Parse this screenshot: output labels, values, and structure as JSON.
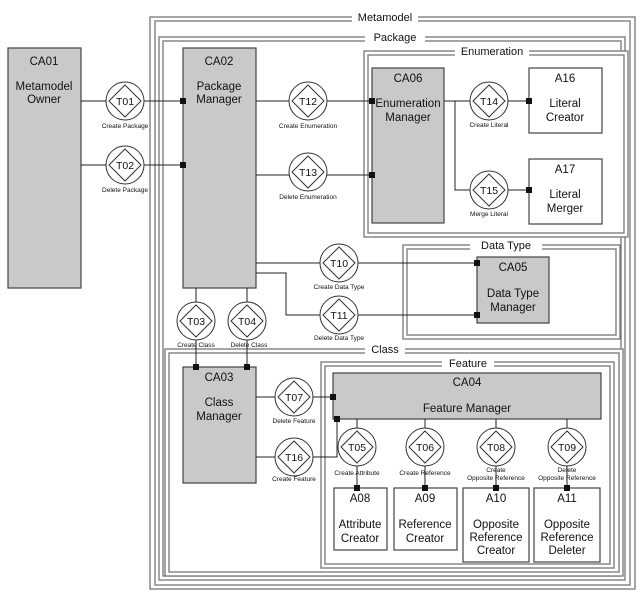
{
  "frames": {
    "metamodel": "Metamodel",
    "package": "Package",
    "enumeration": "Enumeration",
    "data_type": "Data Type",
    "class": "Class",
    "feature": "Feature"
  },
  "actors": {
    "CA01": {
      "id": "CA01",
      "name_lines": [
        "Metamodel",
        "Owner"
      ]
    },
    "CA02": {
      "id": "CA02",
      "name_lines": [
        "Package",
        "Manager"
      ]
    },
    "CA06": {
      "id": "CA06",
      "name_lines": [
        "Enumeration",
        "Manager"
      ]
    },
    "A16": {
      "id": "A16",
      "name_lines": [
        "Literal",
        "Creator"
      ]
    },
    "A17": {
      "id": "A17",
      "name_lines": [
        "Literal",
        "Merger"
      ]
    },
    "CA05": {
      "id": "CA05",
      "name_lines": [
        "Data Type",
        "Manager"
      ]
    },
    "CA03": {
      "id": "CA03",
      "name_lines": [
        "Class",
        "Manager"
      ]
    },
    "CA04": {
      "id": "CA04",
      "name_lines": [
        "Feature Manager"
      ]
    },
    "A08": {
      "id": "A08",
      "name_lines": [
        "Attribute",
        "Creator"
      ]
    },
    "A09": {
      "id": "A09",
      "name_lines": [
        "Reference",
        "Creator"
      ]
    },
    "A10": {
      "id": "A10",
      "name_lines": [
        "Opposite",
        "Reference",
        "Creator"
      ]
    },
    "A11": {
      "id": "A11",
      "name_lines": [
        "Opposite",
        "Reference",
        "Deleter"
      ]
    }
  },
  "transactions": {
    "T01": {
      "id": "T01",
      "label": "Create Package"
    },
    "T02": {
      "id": "T02",
      "label": "Delete Package"
    },
    "T12": {
      "id": "T12",
      "label": "Create Enumeration"
    },
    "T13": {
      "id": "T13",
      "label": "Delete Enumeration"
    },
    "T14": {
      "id": "T14",
      "label": "Create Literal"
    },
    "T15": {
      "id": "T15",
      "label": "Merge Literal"
    },
    "T10": {
      "id": "T10",
      "label": "Create Data Type"
    },
    "T11": {
      "id": "T11",
      "label": "Delete Data Type"
    },
    "T03": {
      "id": "T03",
      "label": "Create Class"
    },
    "T04": {
      "id": "T04",
      "label": "Delete Class"
    },
    "T07": {
      "id": "T07",
      "label": "Delete Feature"
    },
    "T16": {
      "id": "T16",
      "label": "Create Feature"
    },
    "T05": {
      "id": "T05",
      "label": "Create Attribute"
    },
    "T06": {
      "id": "T06",
      "label": "Create Reference"
    },
    "T08": {
      "id": "T08",
      "label_lines": [
        "Create",
        "Opposite Reference"
      ]
    },
    "T09": {
      "id": "T09",
      "label_lines": [
        "Delete",
        "Opposite Reference"
      ]
    }
  },
  "colors": {
    "composite_actor_fill": "#c9c9c9",
    "elementary_actor_fill": "#ffffff",
    "frame_stroke": "#777777",
    "line": "#222222"
  }
}
